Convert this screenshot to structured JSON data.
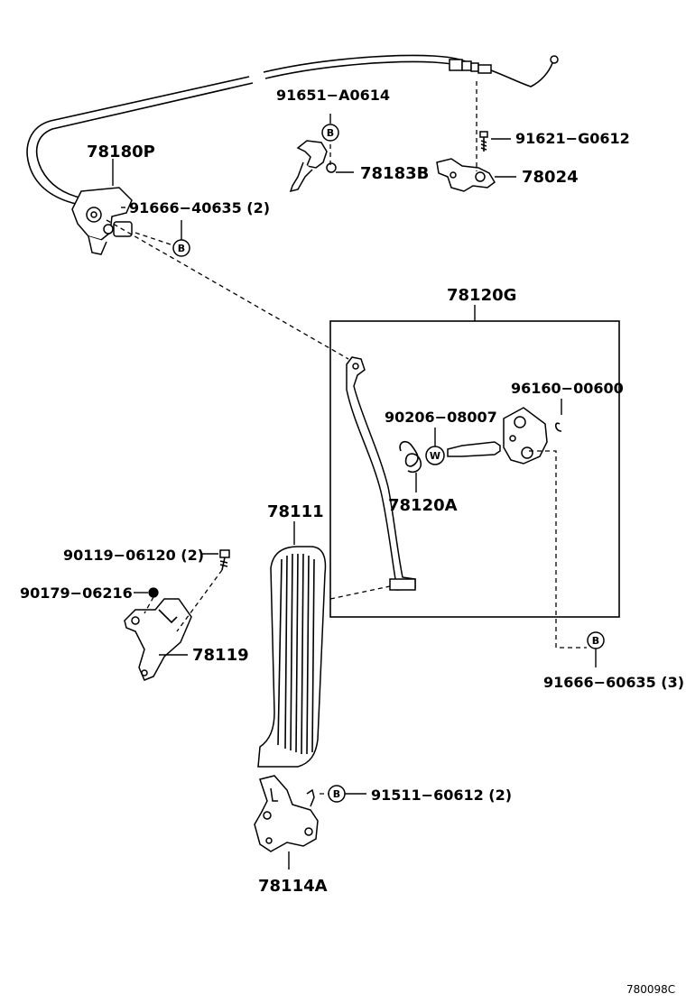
{
  "labels": {
    "p91651": "91651−A0614",
    "p91621": "91621−G0612",
    "p78180P": "78180P",
    "p78183B": "78183B",
    "p78024": "78024",
    "p91666_40635": "91666−40635 (2)",
    "p78120G": "78120G",
    "p96160": "96160−00600",
    "p90206": "90206−08007",
    "p78120A": "78120A",
    "p78111": "78111",
    "p90119": "90119−06120 (2)",
    "p90179": "90179−06216",
    "p78119": "78119",
    "p91666_60635": "91666−60635 (3)",
    "p91511": "91511−60612 (2)",
    "p78114A": "78114A"
  },
  "markers": {
    "b": "B",
    "w": "W"
  },
  "figure_code": "780098C"
}
